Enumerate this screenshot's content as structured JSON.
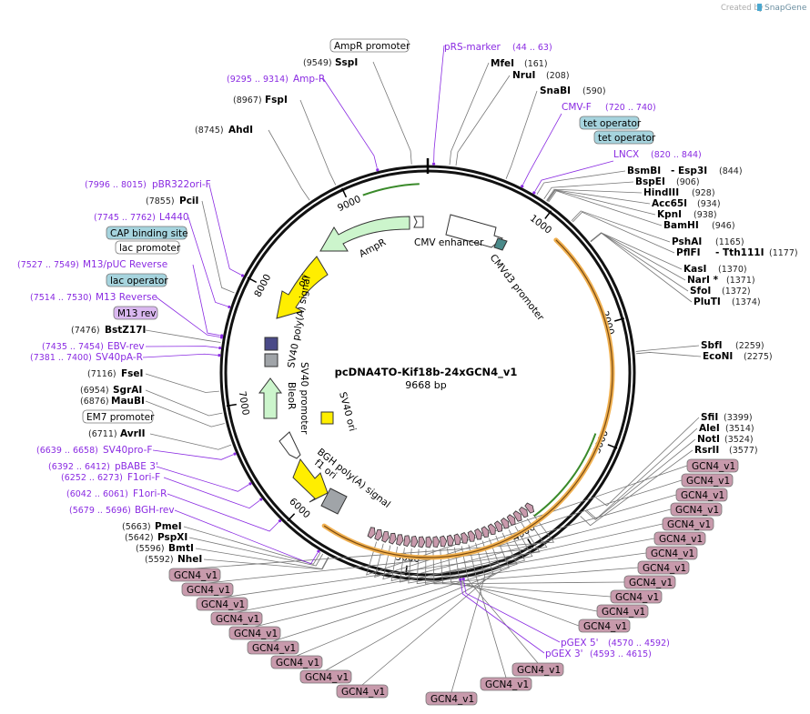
{
  "watermark": {
    "prefix": "Created by",
    "brand": "SnapGene"
  },
  "plasmid": {
    "name": "pcDNA4TO-Kif18b-24xGCN4_v1",
    "size_label": "9668 bp",
    "length": 9668
  },
  "ruler_labels": [
    "1000",
    "2000",
    "3000",
    "4000",
    "5000",
    "6000",
    "7000",
    "8000",
    "9000"
  ],
  "enzymes": [
    {
      "name": "SspI",
      "pos": "(9549)"
    },
    {
      "name": "MfeI",
      "pos": "(161)"
    },
    {
      "name": "NruI",
      "pos": "(208)"
    },
    {
      "name": "SnaBI",
      "pos": "(590)"
    },
    {
      "name": "FspI",
      "pos": "(8967)"
    },
    {
      "name": "AhdI",
      "pos": "(8745)"
    },
    {
      "name": "BsmBI",
      "name2": "- Esp3I",
      "pos": "(844)"
    },
    {
      "name": "BspEI",
      "pos": "(906)"
    },
    {
      "name": "HindIII",
      "pos": "(928)"
    },
    {
      "name": "Acc65I",
      "pos": "(934)"
    },
    {
      "name": "KpnI",
      "pos": "(938)"
    },
    {
      "name": "BamHI",
      "pos": "(946)"
    },
    {
      "name": "PshAI",
      "pos": "(1165)"
    },
    {
      "name": "PflFI",
      "name2": "- Tth111I",
      "pos": "(1177)"
    },
    {
      "name": "KasI",
      "pos": "(1370)"
    },
    {
      "name": "NarI *",
      "pos": "(1371)"
    },
    {
      "name": "SfoI",
      "pos": "(1372)"
    },
    {
      "name": "PluTI",
      "pos": "(1374)"
    },
    {
      "name": "SbfI",
      "pos": "(2259)"
    },
    {
      "name": "EcoNI",
      "pos": "(2275)"
    },
    {
      "name": "SfiI",
      "pos": "(3399)"
    },
    {
      "name": "AleI",
      "pos": "(3514)"
    },
    {
      "name": "NotI",
      "pos": "(3524)"
    },
    {
      "name": "RsrII",
      "pos": "(3577)"
    },
    {
      "name": "PciI",
      "pos": "(7855)"
    },
    {
      "name": "BstZ17I",
      "pos": "(7476)"
    },
    {
      "name": "FseI",
      "pos": "(7116)"
    },
    {
      "name": "SgrAI",
      "pos": "(6954)"
    },
    {
      "name": "MauBI",
      "pos": "(6876)"
    },
    {
      "name": "AvrII",
      "pos": "(6711)"
    },
    {
      "name": "PmeI",
      "pos": "(5663)"
    },
    {
      "name": "PspXI",
      "pos": "(5642)"
    },
    {
      "name": "BmtI",
      "pos": "(5596)"
    },
    {
      "name": "NheI",
      "pos": "(5592)"
    }
  ],
  "primers": [
    {
      "name": "pRS-marker",
      "pos": "(44 .. 63)"
    },
    {
      "name": "Amp-R",
      "pos": "(9295 .. 9314)"
    },
    {
      "name": "CMV-F",
      "pos": "(720 .. 740)"
    },
    {
      "name": "LNCX",
      "pos": "(820 .. 844)"
    },
    {
      "name": "pBR322ori-F",
      "pos": "(7996 .. 8015)"
    },
    {
      "name": "L4440",
      "pos": "(7745 .. 7762)"
    },
    {
      "name": "M13/pUC Reverse",
      "pos": "(7527 .. 7549)"
    },
    {
      "name": "M13 Reverse",
      "pos": "(7514 .. 7530)"
    },
    {
      "name": "EBV-rev",
      "pos": "(7435 .. 7454)"
    },
    {
      "name": "SV40pA-R",
      "pos": "(7381 .. 7400)"
    },
    {
      "name": "SV40pro-F",
      "pos": "(6639 .. 6658)"
    },
    {
      "name": "pBABE 3'",
      "pos": "(6392 .. 6412)"
    },
    {
      "name": "F1ori-F",
      "pos": "(6252 .. 6273)"
    },
    {
      "name": "F1ori-R",
      "pos": "(6042 .. 6061)"
    },
    {
      "name": "BGH-rev",
      "pos": "(5679 .. 5696)"
    },
    {
      "name": "pGEX 5'",
      "pos": "(4570 .. 4592)"
    },
    {
      "name": "pGEX 3'",
      "pos": "(4593 .. 4615)"
    }
  ],
  "boxed_labels": {
    "ampr_promoter": "AmpR promoter",
    "tet_operator_1": "tet operator",
    "tet_operator_2": "tet operator",
    "cap_binding_site": "CAP binding site",
    "lac_promoter": "lac promoter",
    "lac_operator": "lac operator",
    "m13_rev": "M13 rev",
    "em7_promoter": "EM7 promoter"
  },
  "gcn4_label": "GCN4_v1",
  "gcn4_count": 24,
  "features_inner": {
    "cmv_enhancer": "CMV enhancer",
    "cmvd3_promoter": "CMVd3 promoter",
    "ampr": "AmpR",
    "ori": "ori",
    "sv40_polya_1": "SV40 poly(A) signal",
    "sv40_promoter": "SV40 promoter",
    "bleor": "BleoR",
    "sv40_ori": "SV40 ori",
    "bgh_polya": "BGH poly(A) signal",
    "f1_ori": "f1 ori"
  },
  "colors": {
    "primer": "#8a2be2",
    "enzyme": "#000000",
    "ampr_fill": "#ccf5cc",
    "ori_fill": "#ffee00",
    "kif18b_orange": "#f0b050",
    "gcn4_fill": "#c89aac",
    "blue_box": "#a6d4de",
    "purple_box": "#dab8f0",
    "gray_feature": "#a0a4a8"
  }
}
